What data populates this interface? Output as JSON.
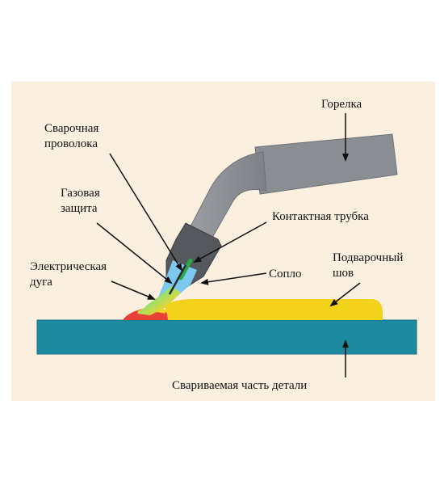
{
  "labels": {
    "torch": "Горелка",
    "wire": "Сварочная\nпроволока",
    "gas_shield": "Газовая\nзащита",
    "contact_tube": "Контактная трубка",
    "arc": "Электрическая\nдуга",
    "nozzle": "Сопло",
    "weld_seam": "Подварочный\nшов",
    "workpiece": "Свариваемая часть детали"
  },
  "colors": {
    "background": "#fbf0e0",
    "workpiece": "#1e8aa0",
    "weld_bead": "#f2d21a",
    "weld_pool": "#e8403a",
    "torch_body": "#8a8d92",
    "nozzle": "#55585c",
    "gas_flow": "#7cc8ee",
    "arrow": "#111111"
  }
}
